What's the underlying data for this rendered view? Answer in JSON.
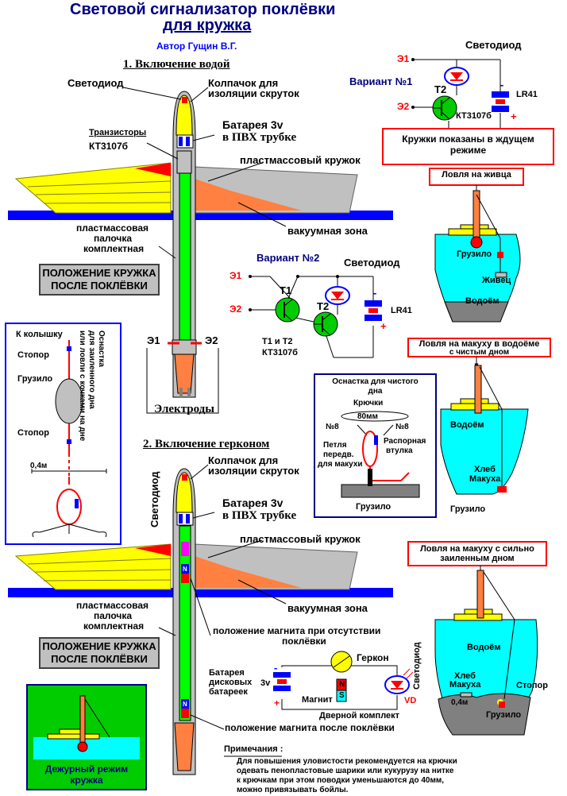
{
  "title": {
    "line1": "Световой сигнализатор поклёвки",
    "line2": "для кружка",
    "author": "Автор Гущин В.Г."
  },
  "section1": {
    "heading": "1. Включение водой",
    "led": "Светодиод",
    "cap": [
      "Колпачок для",
      "изоляции скруток"
    ],
    "battery": [
      "Батарея 3v",
      "в ПВХ трубке"
    ],
    "transistors": [
      "Транзисторы",
      "КТ3107б"
    ],
    "plastic_float": "пластмассовый кружок",
    "vacuum_zone": "вакуумная зона",
    "stick": [
      "пластмассовая",
      "палочка",
      "комплектная"
    ],
    "position_box": [
      "ПОЛОЖЕНИЕ КРУЖКА",
      "ПОСЛЕ ПОКЛЁВКИ"
    ],
    "e1": "Э1",
    "e2": "Э2",
    "electrodes": "Электроды"
  },
  "variant1": {
    "label": "Вариант №1",
    "led": "Светодиод",
    "e1": "Э1",
    "e2": "Э2",
    "t2": "Т2",
    "transistor": "КТ3107б",
    "battery": "LR41",
    "minus": "-",
    "plus": "+"
  },
  "note_box": [
    "Кружки показаны в ждущем",
    "режиме"
  ],
  "live_bait": {
    "title": "Ловля на живца",
    "sinker": "Грузило",
    "bait": "Живец",
    "water": "Водоём"
  },
  "variant2": {
    "label": "Вариант №2",
    "led": "Светодиод",
    "e1": "Э1",
    "e2": "Э2",
    "t1": "Т1",
    "t2": "Т2",
    "transistors": [
      "Т1 и Т2",
      "КТ3107б"
    ],
    "battery": "LR41",
    "minus": "-",
    "plus": "+"
  },
  "clean_bottom": {
    "title": [
      "Ловля на макуху в водоёме",
      "с чистым дном"
    ],
    "water": "Водоём",
    "bread": [
      "Хлеб",
      "Макуха"
    ],
    "sinker": "Грузило"
  },
  "rig_clean": {
    "title": [
      "Оснастка для чистого",
      "дна"
    ],
    "hooks": "Крючки",
    "hook_left": "№8",
    "hook_right": "№8",
    "distance": "80мм",
    "loop": [
      "Петля",
      "передв.",
      "для макухи"
    ],
    "spacer": [
      "Распорная",
      "втулка"
    ],
    "sinker": "Грузило"
  },
  "rig_silted": {
    "to_peg": "К колышку",
    "stopper1": "Стопор",
    "sinker": "Грузило",
    "stopper2": "Стопор",
    "length": "0,4м",
    "caption": [
      "Оснастка",
      "для заиленного дна",
      "или ловли с кочками на дне"
    ]
  },
  "section2": {
    "heading": "2. Включение герконом",
    "led": "Светодиод",
    "cap": [
      "Колпачок для",
      "изоляции скруток"
    ],
    "battery": [
      "Батарея 3v",
      "в ПВХ трубке"
    ],
    "plastic_float": "пластмассовый кружок",
    "vacuum_zone": "вакуумная зона",
    "stick": [
      "пластмассовая",
      "палочка",
      "комплектная"
    ],
    "magnet_before": [
      "положение магнита при отсутствии",
      "поклёвки"
    ],
    "position_box": [
      "ПОЛОЖЕНИЕ КРУЖКА",
      "ПОСЛЕ ПОКЛЁВКИ"
    ],
    "magnet_after": "положение магнита после поклёвки",
    "mag_n": "N",
    "mag_s": "S"
  },
  "reed_circuit": {
    "reed": "Геркон",
    "battery": [
      "Батарея",
      "дисковых",
      "батареек"
    ],
    "voltage": "3v",
    "magnet": "Магнит",
    "n": "N",
    "s": "S",
    "door_kit": "Дверной комплект",
    "vd": "VD",
    "led": "Светодиод",
    "minus": "-",
    "plus": "+"
  },
  "silted_bottom": {
    "title": [
      "Ловля на макуху с сильно",
      "заиленным дном"
    ],
    "water": "Водоём",
    "bread": [
      "Хлеб",
      "Макуха"
    ],
    "stopper": "Стопор",
    "length": "0,4м",
    "sinker": "Грузило"
  },
  "duty": {
    "caption": [
      "Дежурный режим",
      "кружка"
    ]
  },
  "notes": {
    "title": "Примечания :",
    "lines": [
      "Для повышения уловистости рекомендуется на крючки",
      "одевать пенопластовые шарики или кукурузу на нитке",
      "к крючкам при этом поводки уменьшаются до 40мм,",
      "можно привязывать бойлы."
    ]
  },
  "colors": {
    "red": "#ff0000",
    "blue": "#0000ff",
    "green": "#00cc00",
    "water": "#00ffff",
    "navy": "#000080",
    "grey": "#808080",
    "yellow": "#ffff00",
    "orange": "#ff8040"
  }
}
